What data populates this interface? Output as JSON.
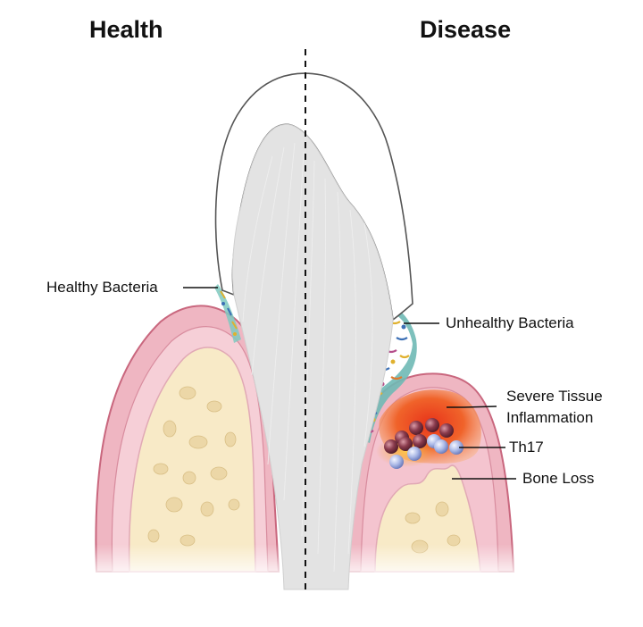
{
  "headings": {
    "health": "Health",
    "disease": "Disease"
  },
  "labels": {
    "healthy_bacteria": "Healthy Bacteria",
    "unhealthy_bacteria": "Unhealthy Bacteria",
    "severe_tissue_line1": "Severe Tissue",
    "severe_tissue_line2": "Inflammation",
    "th17": "Th17",
    "bone_loss": "Bone Loss"
  },
  "colors": {
    "gum_outer": "#efb6c2",
    "gum_border": "#c9677e",
    "bone": "#f8eac7",
    "bone_pores": "#ecd7a7",
    "tooth_pulp": "#e3e3e3",
    "inflammation": "#ee4b1c",
    "th17_dark": "#8a3b4d",
    "th17_light": "#aab8e6",
    "bacteria_teal": "#58b8b0"
  }
}
